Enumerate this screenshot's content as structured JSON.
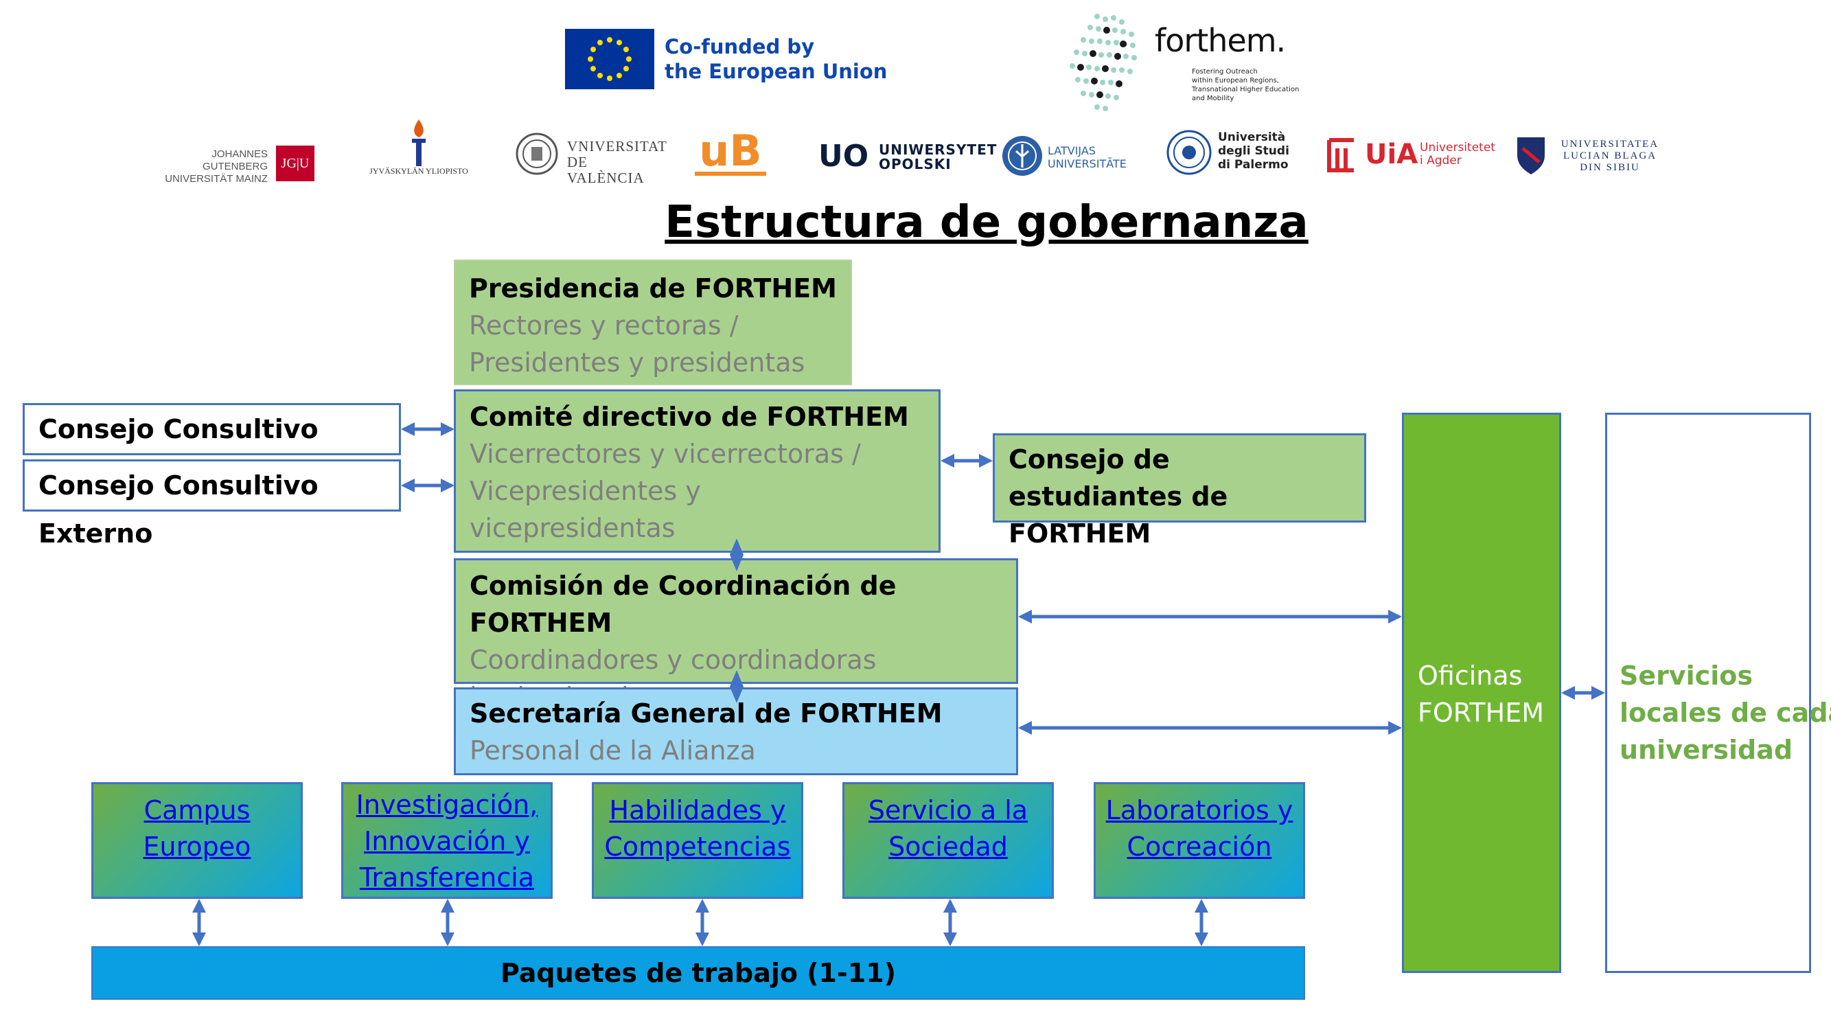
{
  "header": {
    "eu_line1": "Co-funded by",
    "eu_line2": "the European Union",
    "forthem_brand": "forthem.",
    "forthem_tagline": [
      "Fostering Outreach",
      "within European Regions,",
      "Transnational Higher Education",
      "and Mobility"
    ]
  },
  "partners": {
    "mainz": [
      "JOHANNES GUTENBERG",
      "UNIVERSITÄT MAINZ"
    ],
    "mainz_mark": "JG|U",
    "jyvaskyla": "JYVÄSKYLÄN YLIOPISTO",
    "valencia": [
      "VNIVERSITAT",
      "DE VALÈNCIA"
    ],
    "burgundy": "uB",
    "opole_mark": "UO",
    "opole": [
      "UNIWERSYTET",
      "OPOLSKI"
    ],
    "latvia": [
      "LATVIJAS",
      "UNIVERSITĀTE"
    ],
    "palermo": [
      "Università",
      "degli Studi",
      "di Palermo"
    ],
    "agder_mark": "UiA",
    "agder": [
      "Universitetet",
      "i Agder"
    ],
    "sibiu": [
      "UNIVERSITATEA",
      "LUCIAN BLAGA",
      "DIN SIBIU"
    ]
  },
  "title": "Estructura de gobernanza",
  "presidencia": {
    "title": "Presidencia de FORTHEM",
    "lines": [
      "Rectores y rectoras /",
      "Presidentes y presidentas"
    ]
  },
  "comite": {
    "title": "Comité directivo de FORTHEM",
    "lines": [
      "Vicerrectores  y vicerrectoras /",
      "Vicepresidentes y",
      "vicepresidentas"
    ]
  },
  "comision": {
    "title": "Comisión de Coordinación de FORTHEM",
    "lines": [
      "Coordinadores y coordinadoras",
      "institucionales"
    ]
  },
  "secretaria": {
    "title": "Secretaría General de FORTHEM",
    "lines": [
      "Personal de la Alianza"
    ]
  },
  "consejo_interno": "Consejo Consultivo Interno",
  "consejo_externo": "Consejo Consultivo Externo",
  "consejo_estudiantes": [
    "Consejo de estudiantes de",
    "FORTHEM"
  ],
  "oficinas": [
    "Oficinas",
    "FORTHEM"
  ],
  "servicios": [
    "Servicios",
    "locales de cada",
    "universidad"
  ],
  "working_areas": [
    {
      "lines": [
        "Campus ",
        "Europeo"
      ]
    },
    {
      "lines": [
        "Investigación,",
        "Innovación  y",
        "Transferencia"
      ]
    },
    {
      "lines": [
        "Habilidades y",
        "Competencias"
      ]
    },
    {
      "lines": [
        "Servicio a la ",
        "Sociedad"
      ]
    },
    {
      "lines": [
        "Laboratorios y",
        "Cocreación"
      ]
    }
  ],
  "paquetes": "Paquetes de trabajo (1-11)",
  "colors": {
    "green_box": "#a9d18e",
    "blue_box": "#9dd9f5",
    "border": "#4472c4",
    "oficinas": "#70b830",
    "servicios_text": "#70ad47",
    "paquetes": "#0a9fe3"
  }
}
